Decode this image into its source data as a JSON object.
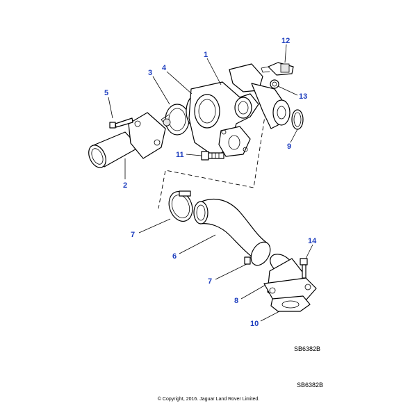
{
  "callouts": [
    "1",
    "2",
    "3",
    "4",
    "5",
    "6",
    "7",
    "7",
    "8",
    "9",
    "10",
    "11",
    "12",
    "13",
    "14"
  ],
  "diagram_ref_1": "SB6382B",
  "diagram_ref_2": "SB6382B",
  "copyright": "© Copyright, 2016. Jaguar Land Rover Limited.",
  "colors": {
    "callout": "#1f3fbf",
    "line": "#000000",
    "background": "#ffffff"
  }
}
